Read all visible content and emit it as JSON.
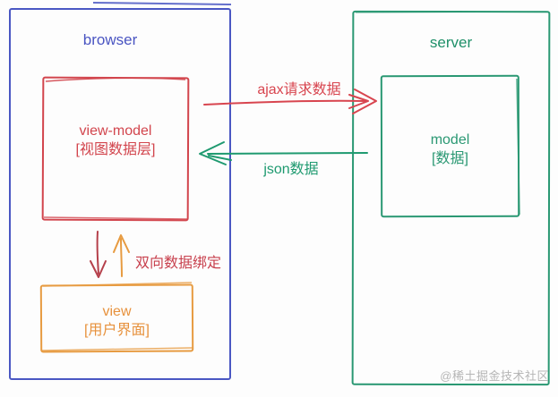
{
  "diagram": {
    "browser": {
      "title": "browser"
    },
    "server": {
      "title": "server"
    },
    "view_model": {
      "line1": "view-model",
      "line2": "[视图数据层]"
    },
    "view": {
      "line1": "view",
      "line2": "[用户界面]"
    },
    "model": {
      "line1": "model",
      "line2": "[数据]"
    },
    "arrows": {
      "ajax_label": "ajax请求数据",
      "json_label": "json数据",
      "binding_label": "双向数据绑定"
    },
    "watermark": "@稀土掘金技术社区",
    "colors": {
      "browser_blue": "#4a57c3",
      "red": "#d2454d",
      "dark_red": "#b5404b",
      "orange": "#e79b41",
      "green": "#2a9873",
      "watermark_gray": "#b5b5b5"
    }
  }
}
